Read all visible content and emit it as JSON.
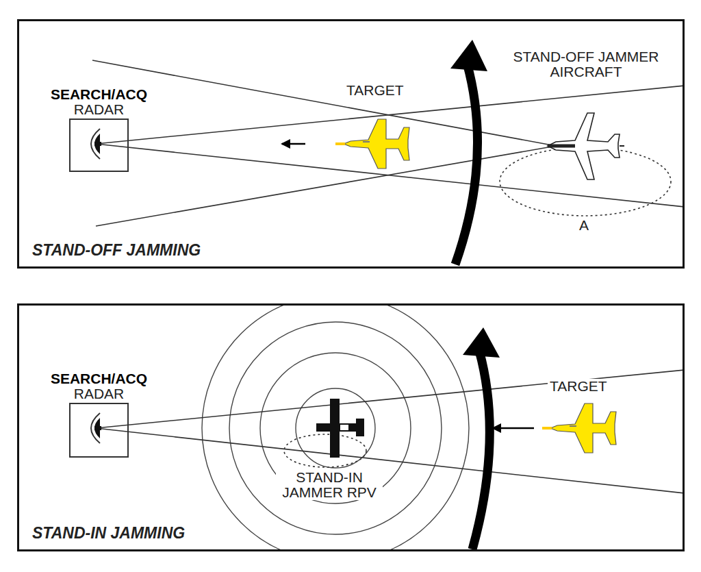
{
  "diagram": {
    "nodes": [
      {
        "text": [
          "STAND-OFF JAMMING"
        ]
      },
      {
        "text": [
          "SEARCH/ACQ",
          "RADAR"
        ],
        "in": 0
      },
      {
        "text": [
          "STAND-IN JAMMING"
        ]
      },
      {
        "text": [
          "SEARCH/ACQ",
          "RADAR"
        ],
        "in": 2
      }
    ],
    "labels": [
      "TARGET",
      "STAND-OFF JAMMER AIRCRAFT",
      "A",
      "STAND-IN JAMMER RPV",
      "TARGET"
    ]
  }
}
